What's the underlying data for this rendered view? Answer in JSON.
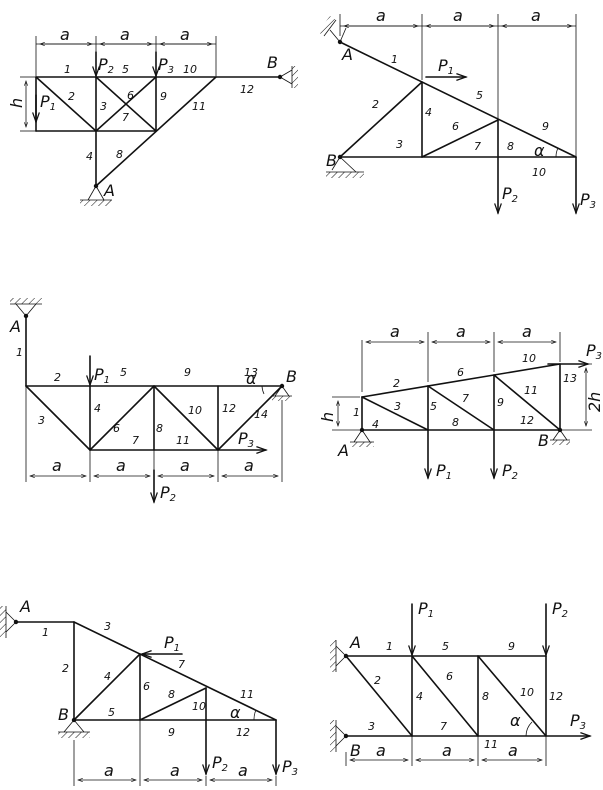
{
  "panels": [
    {
      "dims": [
        "a",
        "a",
        "a"
      ],
      "h": "h",
      "supports": [
        "A",
        "B"
      ],
      "loads": [
        {
          "name": "P",
          "sub": "1"
        },
        {
          "name": "P",
          "sub": "2"
        },
        {
          "name": "P",
          "sub": "3"
        }
      ],
      "members": [
        "1",
        "2",
        "3",
        "4",
        "5",
        "6",
        "7",
        "8",
        "9",
        "10",
        "11",
        "12"
      ]
    },
    {
      "dims": [
        "a",
        "a",
        "a"
      ],
      "supports": [
        "A",
        "B"
      ],
      "loads": [
        {
          "name": "P",
          "sub": "1"
        },
        {
          "name": "P",
          "sub": "2"
        },
        {
          "name": "P",
          "sub": "3"
        }
      ],
      "angle": "α",
      "members": [
        "1",
        "2",
        "3",
        "4",
        "5",
        "6",
        "7",
        "8",
        "9",
        "10"
      ]
    },
    {
      "dims": [
        "a",
        "a",
        "a",
        "a"
      ],
      "supports": [
        "A",
        "B"
      ],
      "loads": [
        {
          "name": "P",
          "sub": "1"
        },
        {
          "name": "P",
          "sub": "2"
        },
        {
          "name": "P",
          "sub": "3"
        }
      ],
      "angle": "α",
      "members": [
        "1",
        "2",
        "3",
        "4",
        "5",
        "6",
        "7",
        "8",
        "9",
        "10",
        "11",
        "12",
        "13",
        "14"
      ]
    },
    {
      "dims": [
        "a",
        "a",
        "a"
      ],
      "h": "h",
      "h2": "2h",
      "supports": [
        "A",
        "B"
      ],
      "loads": [
        {
          "name": "P",
          "sub": "1"
        },
        {
          "name": "P",
          "sub": "2"
        },
        {
          "name": "P",
          "sub": "3"
        }
      ],
      "members": [
        "1",
        "2",
        "3",
        "4",
        "5",
        "6",
        "7",
        "8",
        "9",
        "10",
        "11",
        "12",
        "13"
      ]
    },
    {
      "dims": [
        "a",
        "a",
        "a"
      ],
      "supports": [
        "A",
        "B"
      ],
      "loads": [
        {
          "name": "P",
          "sub": "1"
        },
        {
          "name": "P",
          "sub": "2"
        },
        {
          "name": "P",
          "sub": "3"
        }
      ],
      "angle": "α",
      "members": [
        "1",
        "2",
        "3",
        "4",
        "5",
        "6",
        "7",
        "8",
        "9",
        "10",
        "11",
        "12"
      ]
    },
    {
      "dims": [
        "a",
        "a",
        "a"
      ],
      "supports": [
        "A",
        "B"
      ],
      "loads": [
        {
          "name": "P",
          "sub": "1"
        },
        {
          "name": "P",
          "sub": "2"
        },
        {
          "name": "P",
          "sub": "3"
        }
      ],
      "angle": "α",
      "members": [
        "1",
        "2",
        "3",
        "4",
        "5",
        "6",
        "7",
        "8",
        "9",
        "10",
        "11",
        "12"
      ]
    }
  ]
}
